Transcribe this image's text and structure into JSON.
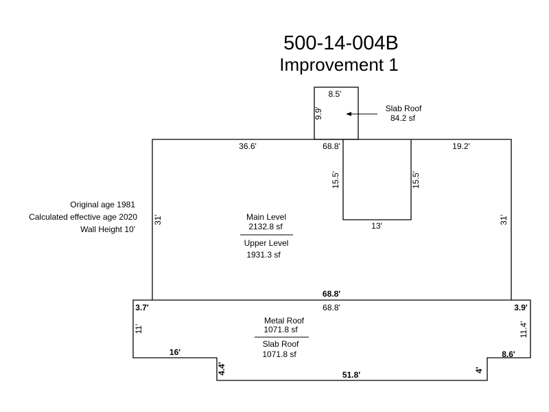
{
  "header": {
    "parcel_id": "500-14-004B",
    "improvement": "Improvement 1"
  },
  "info": {
    "original_age": "Original age 1981",
    "effective_age": "Calculated effective age 2020",
    "wall_height": "Wall Height 10'"
  },
  "areas": {
    "slab_top": {
      "name": "Slab Roof",
      "area": "84.2 sf"
    },
    "main": {
      "name": "Main Level",
      "area": "2132.8 sf"
    },
    "upper": {
      "name": "Upper Level",
      "area": "1931.3 sf"
    },
    "metal": {
      "name": "Metal Roof",
      "area": "1071.8 sf"
    },
    "slab_bottom": {
      "name": "Slab Roof",
      "area": "1071.8 sf"
    }
  },
  "dimensions": {
    "slab_width": "8.5'",
    "slab_depth": "9.9'",
    "top_left": "36.6'",
    "top_mid": "68.8'",
    "top_right": "19.2'",
    "notch_left": "15.5'",
    "notch_right": "15.5'",
    "notch_bottom": "13'",
    "left_side": "31'",
    "right_side": "31'",
    "main_bottom": "68.8'",
    "lower_top": "68.8'",
    "lower_left_step": "3.7'",
    "lower_right_step": "3.9'",
    "lower_left_side": "11'",
    "lower_right_side": "11.4'",
    "lower_left_bottom": "16'",
    "lower_right_bottom": "8.6'",
    "lower_left_drop": "4.4'",
    "lower_right_drop": "4'",
    "lower_bottom": "51.8'"
  }
}
